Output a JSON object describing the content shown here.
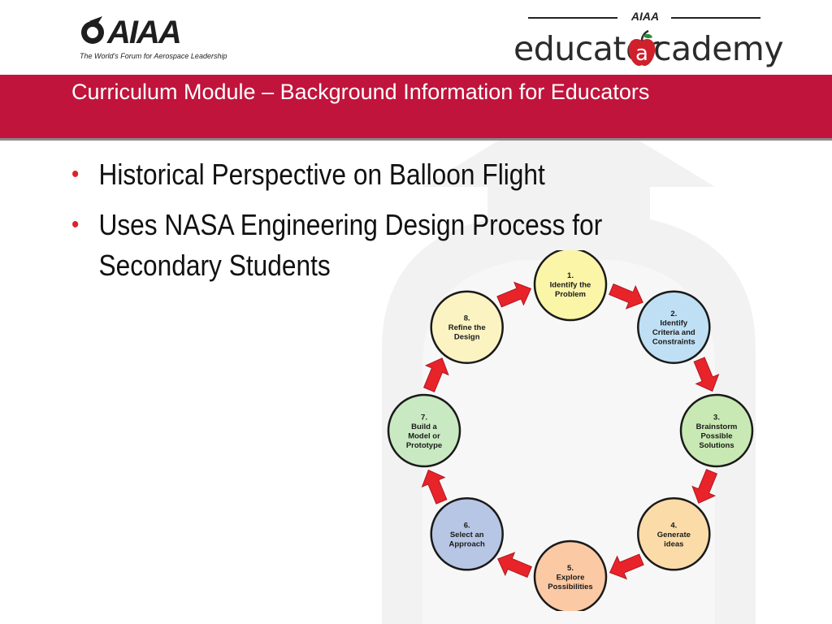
{
  "header": {
    "aiaa_logo": {
      "word": "AIAA",
      "tagline": "The World's Forum for Aerospace Leadership"
    },
    "educator_logo": {
      "top": "AIAA",
      "word_left": "educator",
      "word_right": "cademy"
    }
  },
  "title": "Curriculum Module – Background Information for Educators",
  "bullets": [
    "Historical Perspective on Balloon Flight",
    "Uses NASA Engineering Design Process for Secondary Students"
  ],
  "colors": {
    "title_bar": "#c0143c",
    "bullet": "#e0202a",
    "arrow": "#e8232a"
  },
  "design_process": {
    "steps": [
      {
        "lines": [
          "1.",
          "Identify the",
          "Problem"
        ],
        "color": "#fbf5a8"
      },
      {
        "lines": [
          "2.",
          "Identify",
          "Criteria and",
          "Constraints"
        ],
        "color": "#bfe0f4"
      },
      {
        "lines": [
          "3.",
          "Brainstorm",
          "Possible",
          "Solutions"
        ],
        "color": "#c8e9b3"
      },
      {
        "lines": [
          "4.",
          "Generate",
          "ideas"
        ],
        "color": "#fbdca8"
      },
      {
        "lines": [
          "5.",
          "Explore",
          "Possibilities"
        ],
        "color": "#fbc9a4"
      },
      {
        "lines": [
          "6.",
          "Select an",
          "Approach"
        ],
        "color": "#b7c6e4"
      },
      {
        "lines": [
          "7.",
          "Build a",
          "Model or",
          "Prototype"
        ],
        "color": "#c9e9c2"
      },
      {
        "lines": [
          "8.",
          "Refine the",
          "Design"
        ],
        "color": "#fbf3c2"
      }
    ]
  }
}
